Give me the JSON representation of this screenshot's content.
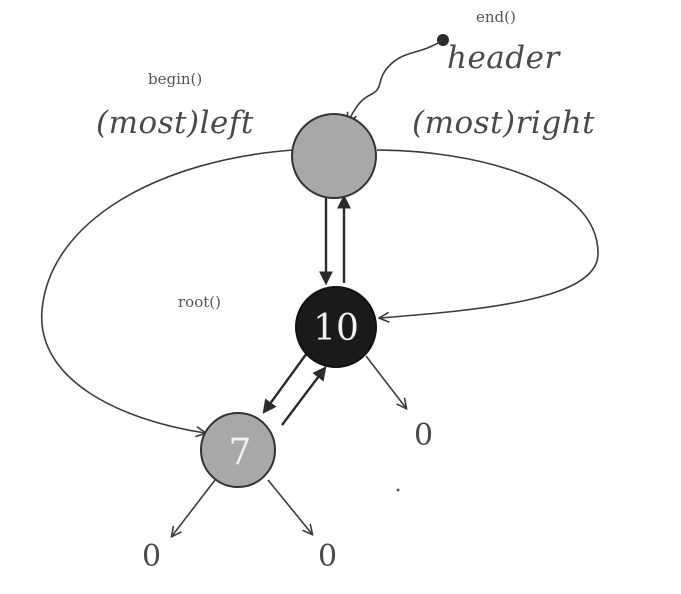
{
  "header": {
    "end_label": "end()",
    "header_label": "header"
  },
  "labels": {
    "begin_label": "begin()",
    "most_left": "(most)left",
    "most_right": "(most)right",
    "root_label": "root()"
  },
  "nodes": {
    "header_node": {
      "value": "",
      "color": "#a8a8a8"
    },
    "root_node": {
      "value": "10",
      "color": "#1a1a1a"
    },
    "left_node": {
      "value": "7",
      "color": "#a8a8a8"
    }
  },
  "null_leaves": {
    "root_right": "0",
    "left_left": "0",
    "left_right": "0"
  },
  "colors": {
    "line": "#3c3c3c",
    "gray_node": "#a8a8a8",
    "black_node": "#1a1a1a"
  }
}
